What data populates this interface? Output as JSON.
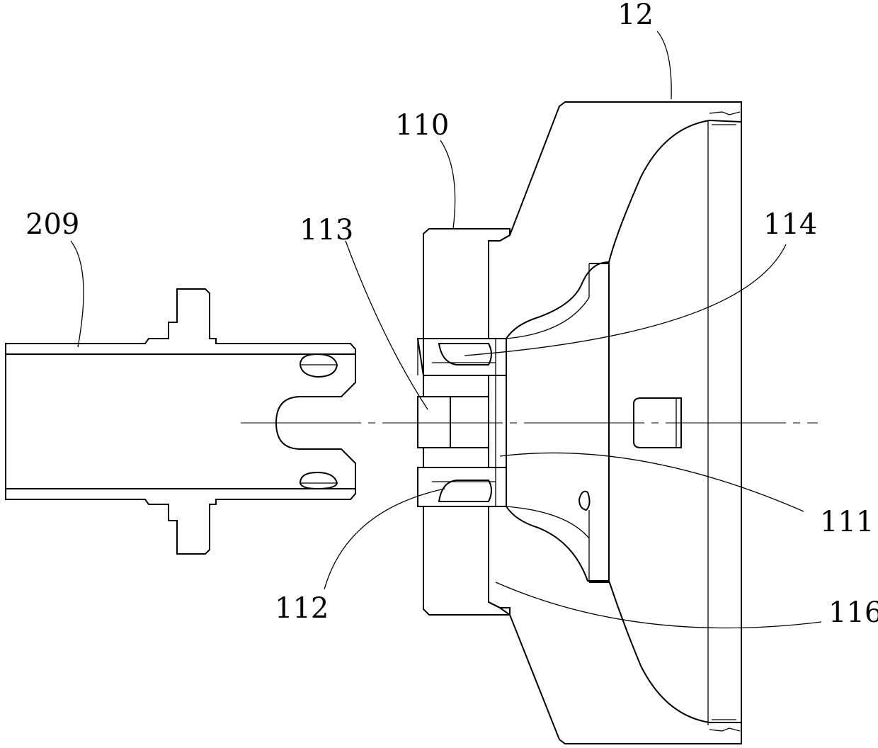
{
  "figure": {
    "labels": {
      "l12": "12",
      "l110": "110",
      "l209": "209",
      "l113": "113",
      "l114": "114",
      "l111": "111",
      "l112": "112",
      "l116": "116"
    }
  }
}
